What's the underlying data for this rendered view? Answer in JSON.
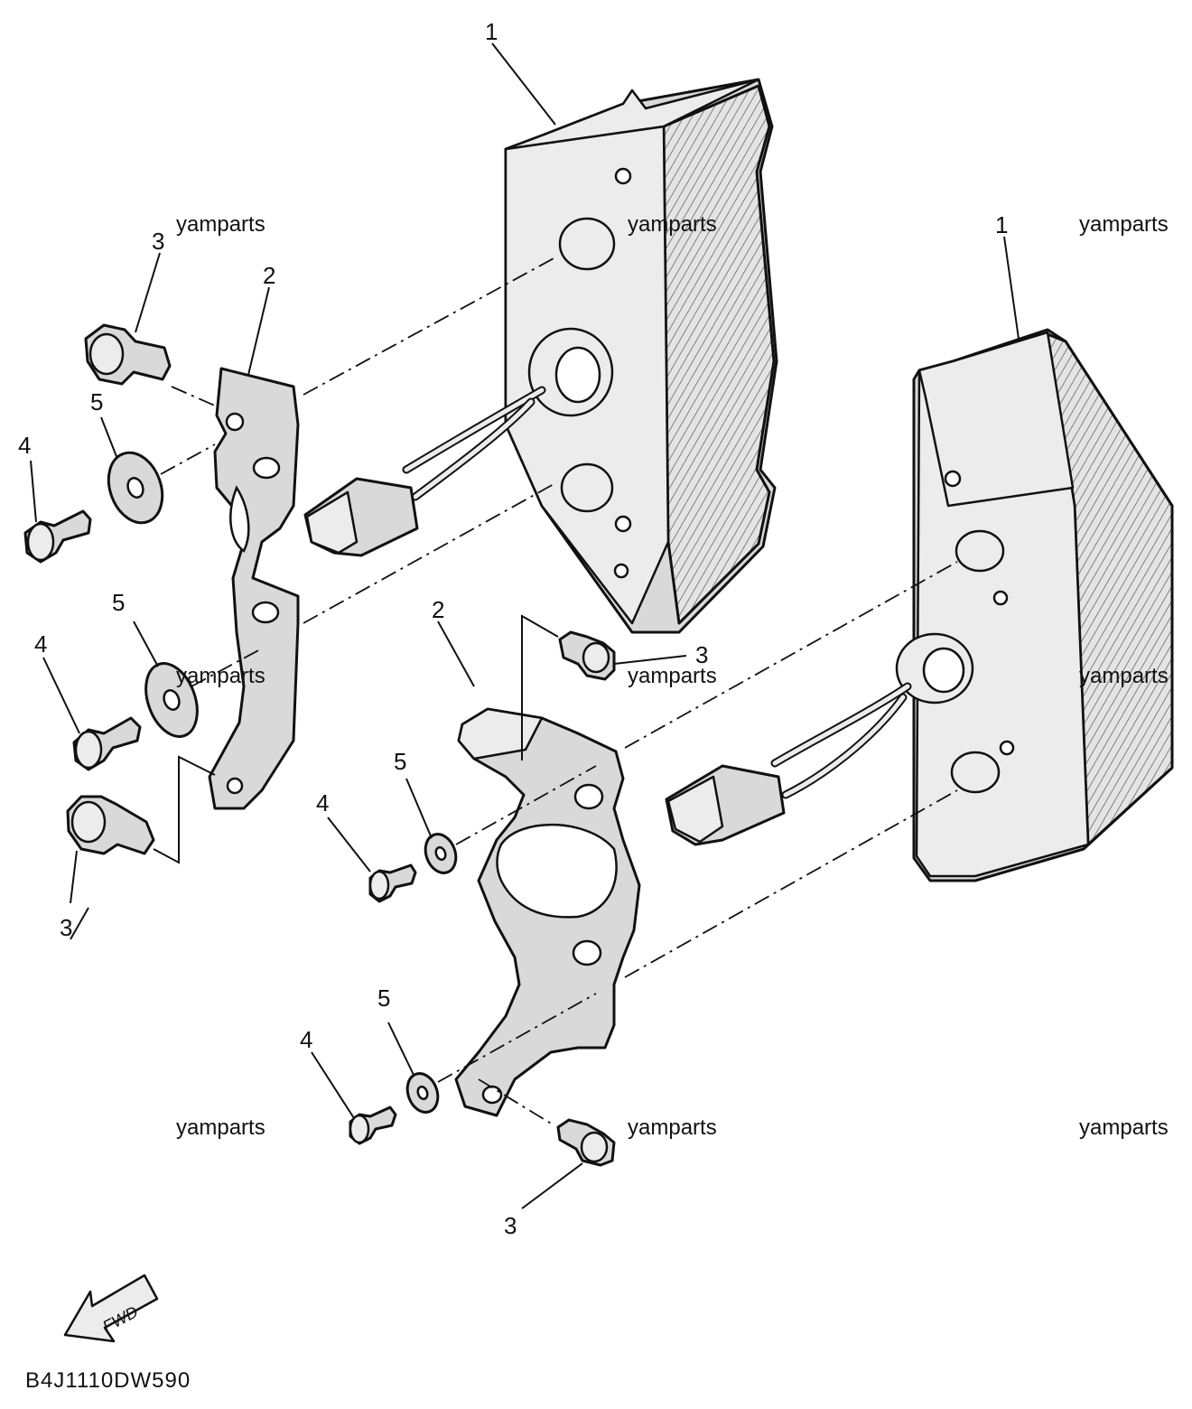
{
  "diagram": {
    "code": "B4J1110DW590",
    "watermark": "yamparts",
    "fwd_label": "FWD",
    "callouts": {
      "reflector_top": "1",
      "reflector_right": "1",
      "bracket_left": "2",
      "bracket_center": "2",
      "bolt_left_top": "3",
      "bolt_left_bottom": "3",
      "bolt_center_top": "3",
      "bolt_center_bottom": "3",
      "screw_left_upper": "4",
      "screw_left_lower": "4",
      "screw_center_upper": "4",
      "screw_center_lower": "4",
      "washer_left_upper": "5",
      "washer_left_lower": "5",
      "washer_center_upper": "5",
      "washer_center_lower": "5"
    }
  }
}
